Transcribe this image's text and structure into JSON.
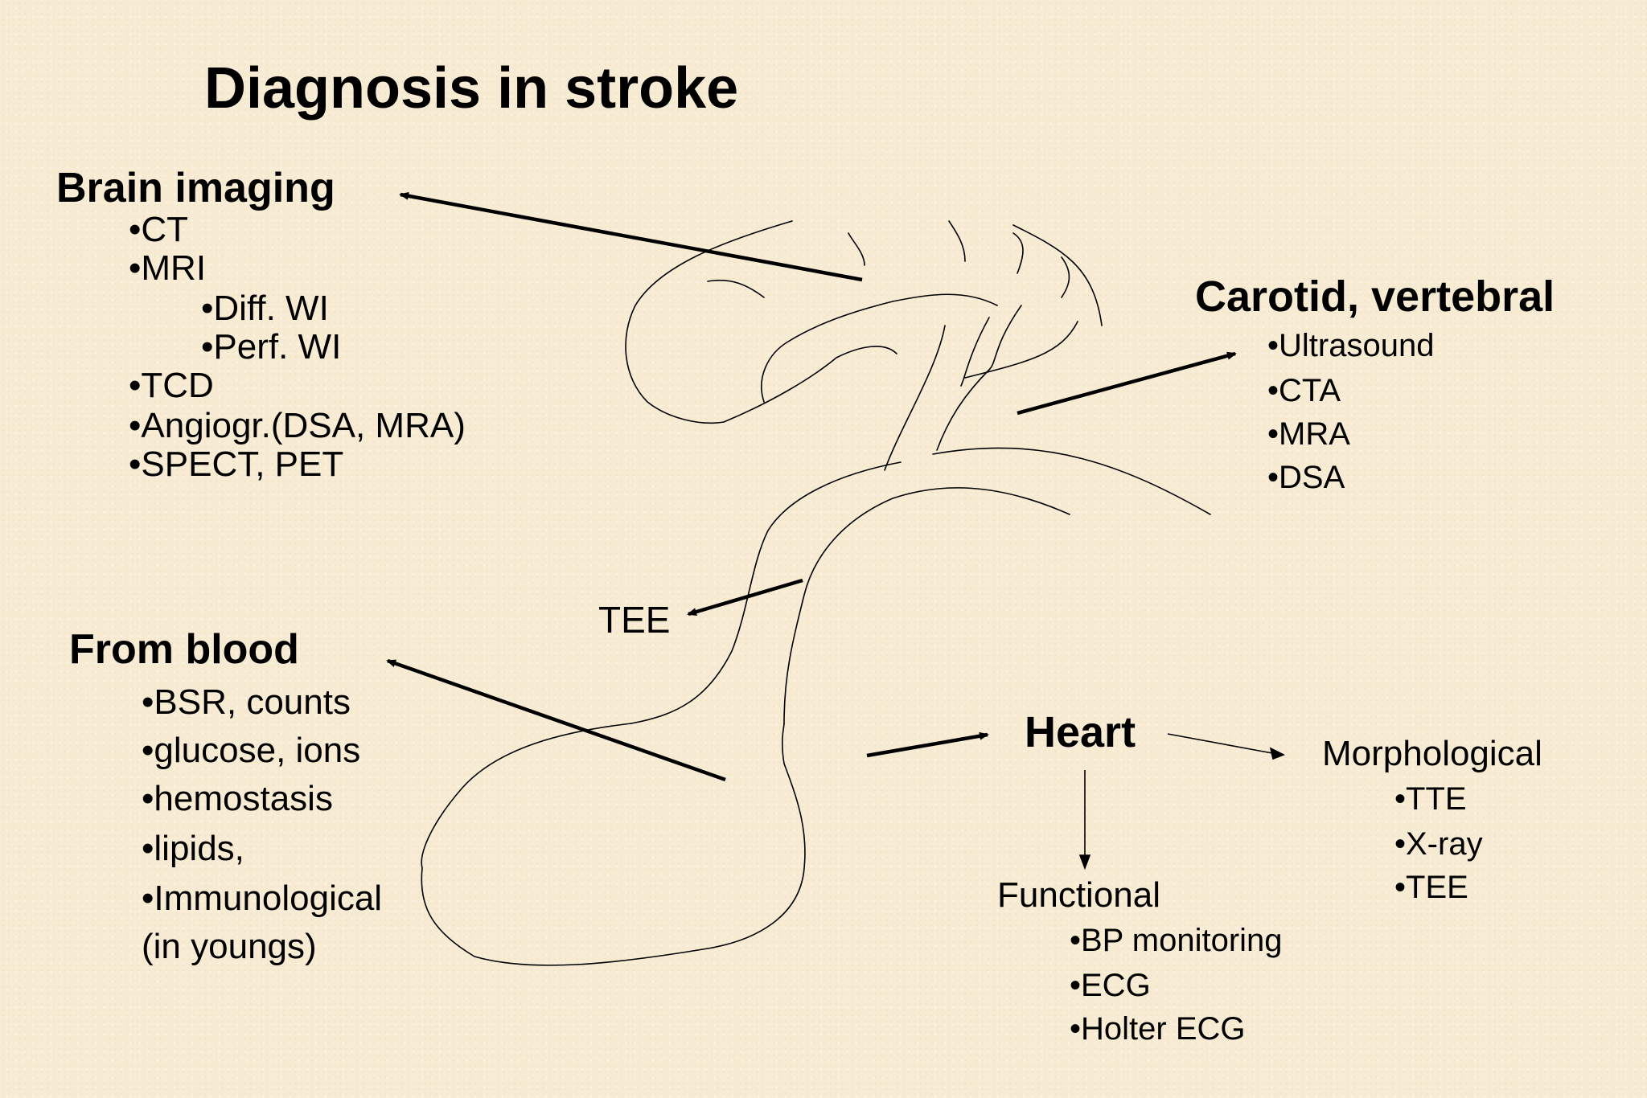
{
  "slide": {
    "background": "#f7ecd3",
    "title": "Diagnosis in stroke",
    "brain_imaging": {
      "heading": "Brain imaging",
      "items": [
        "•CT",
        "•MRI",
        "•Diff. WI",
        "•Perf. WI",
        "•TCD",
        "•Angiogr.(DSA, MRA)",
        "•SPECT, PET"
      ]
    },
    "carotid": {
      "heading": "Carotid, vertebral",
      "items": [
        "•Ultrasound",
        "•CTA",
        "•MRA",
        "•DSA"
      ]
    },
    "tee_label": "TEE",
    "blood": {
      "heading": "From blood",
      "items": [
        "•BSR, counts",
        "•glucose, ions",
        "•hemostasis",
        "•lipids,",
        "•Immunological",
        "(in youngs)"
      ]
    },
    "heart": {
      "heading": "Heart",
      "morphological": {
        "label": "Morphological",
        "items": [
          "•TTE",
          "•X-ray",
          "•TEE"
        ]
      },
      "functional": {
        "label": "Functional",
        "items": [
          "•BP monitoring",
          "•ECG",
          "•Holter ECG"
        ]
      }
    }
  }
}
